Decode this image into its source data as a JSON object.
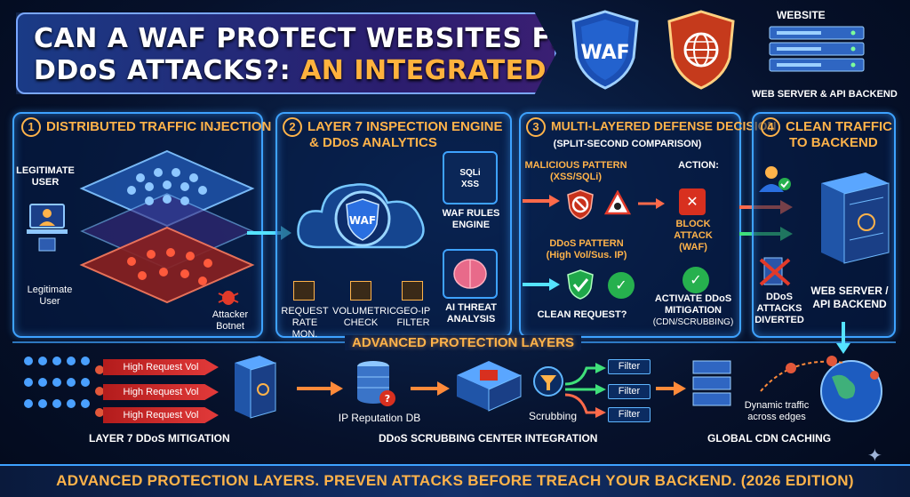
{
  "header": {
    "title_line1": "CAN A WAF PROTECT WEBSITES FROM",
    "title_line2_a": "DDoS ATTACKS?:",
    "title_line2_b": "AN INTEGRATED DEFENSE",
    "waf_badge": "WAF",
    "website_label": "WEBSITE",
    "backend_label": "WEB SERVER & API BACKEND"
  },
  "panel1": {
    "num": "1",
    "title": "DISTRIBUTED TRAFFIC INJECTION",
    "legit_top": [
      "LEGITIMATE",
      "USER"
    ],
    "legit_bottom": [
      "Legitimate",
      "User"
    ],
    "attacker": [
      "Attacker",
      "Botnet"
    ]
  },
  "panel2": {
    "num": "2",
    "title_line1": "LAYER 7 INSPECTION ENGINE",
    "title_line2": "& DDoS ANALYTICS",
    "core_label": "WAF",
    "sqli_icon": [
      "SQLi",
      "XSS"
    ],
    "rules": [
      "WAF RULES",
      "ENGINE"
    ],
    "ai": [
      "AI THREAT",
      "ANALYSIS"
    ],
    "req_rate": [
      "REQUEST",
      "RATE MON."
    ],
    "volumetric": [
      "VOLUMETRIC",
      "CHECK"
    ],
    "geoip": [
      "GEO-IP",
      "FILTER"
    ]
  },
  "panel3": {
    "num": "3",
    "title": "MULTI-LAYERED DEFENSE DECISION",
    "subtitle": "(SPLIT-SECOND COMPARISON)",
    "malicious": [
      "MALICIOUS PATTERN",
      "(XSS/SQLi)"
    ],
    "action": "ACTION:",
    "block": [
      "BLOCK ATTACK",
      "(WAF)"
    ],
    "ddos_pattern": [
      "DDoS PATTERN",
      "(High Vol/Sus. IP)"
    ],
    "clean": "CLEAN REQUEST?",
    "activate": [
      "ACTIVATE DDoS",
      "MITIGATION",
      "(CDN/SCRUBBING)"
    ]
  },
  "panel4": {
    "num": "4",
    "title_line1": "CLEAN TRAFFIC",
    "title_line2": "TO BACKEND",
    "ddos_diverted": [
      "DDoS",
      "ATTACKS",
      "DIVERTED"
    ],
    "webserver": [
      "WEB SERVER /",
      "API BACKEND"
    ]
  },
  "advanced": {
    "caption": "ADVANCED PROTECTION LAYERS",
    "req_bars": [
      "High Request Vol",
      "High Request Vol",
      "High Request Vol"
    ],
    "l7_caption": "LAYER 7 DDoS MITIGATION",
    "ip_rep": "IP Reputation DB",
    "scrubbing": "Scrubbing",
    "filters": [
      "Filter",
      "Filter",
      "Filter"
    ],
    "scrub_caption": "DDoS SCRUBBING CENTER INTEGRATION",
    "dynamic": [
      "Dynamic traffic",
      "across edges"
    ],
    "cdn_caption": "GLOBAL CDN CACHING"
  },
  "footer": {
    "text": "ADVANCED PROTECTION LAYERS. PREVEN ATTACKS BEFORE TREACH YOUR BACKEND. (2026 EDITION)"
  }
}
